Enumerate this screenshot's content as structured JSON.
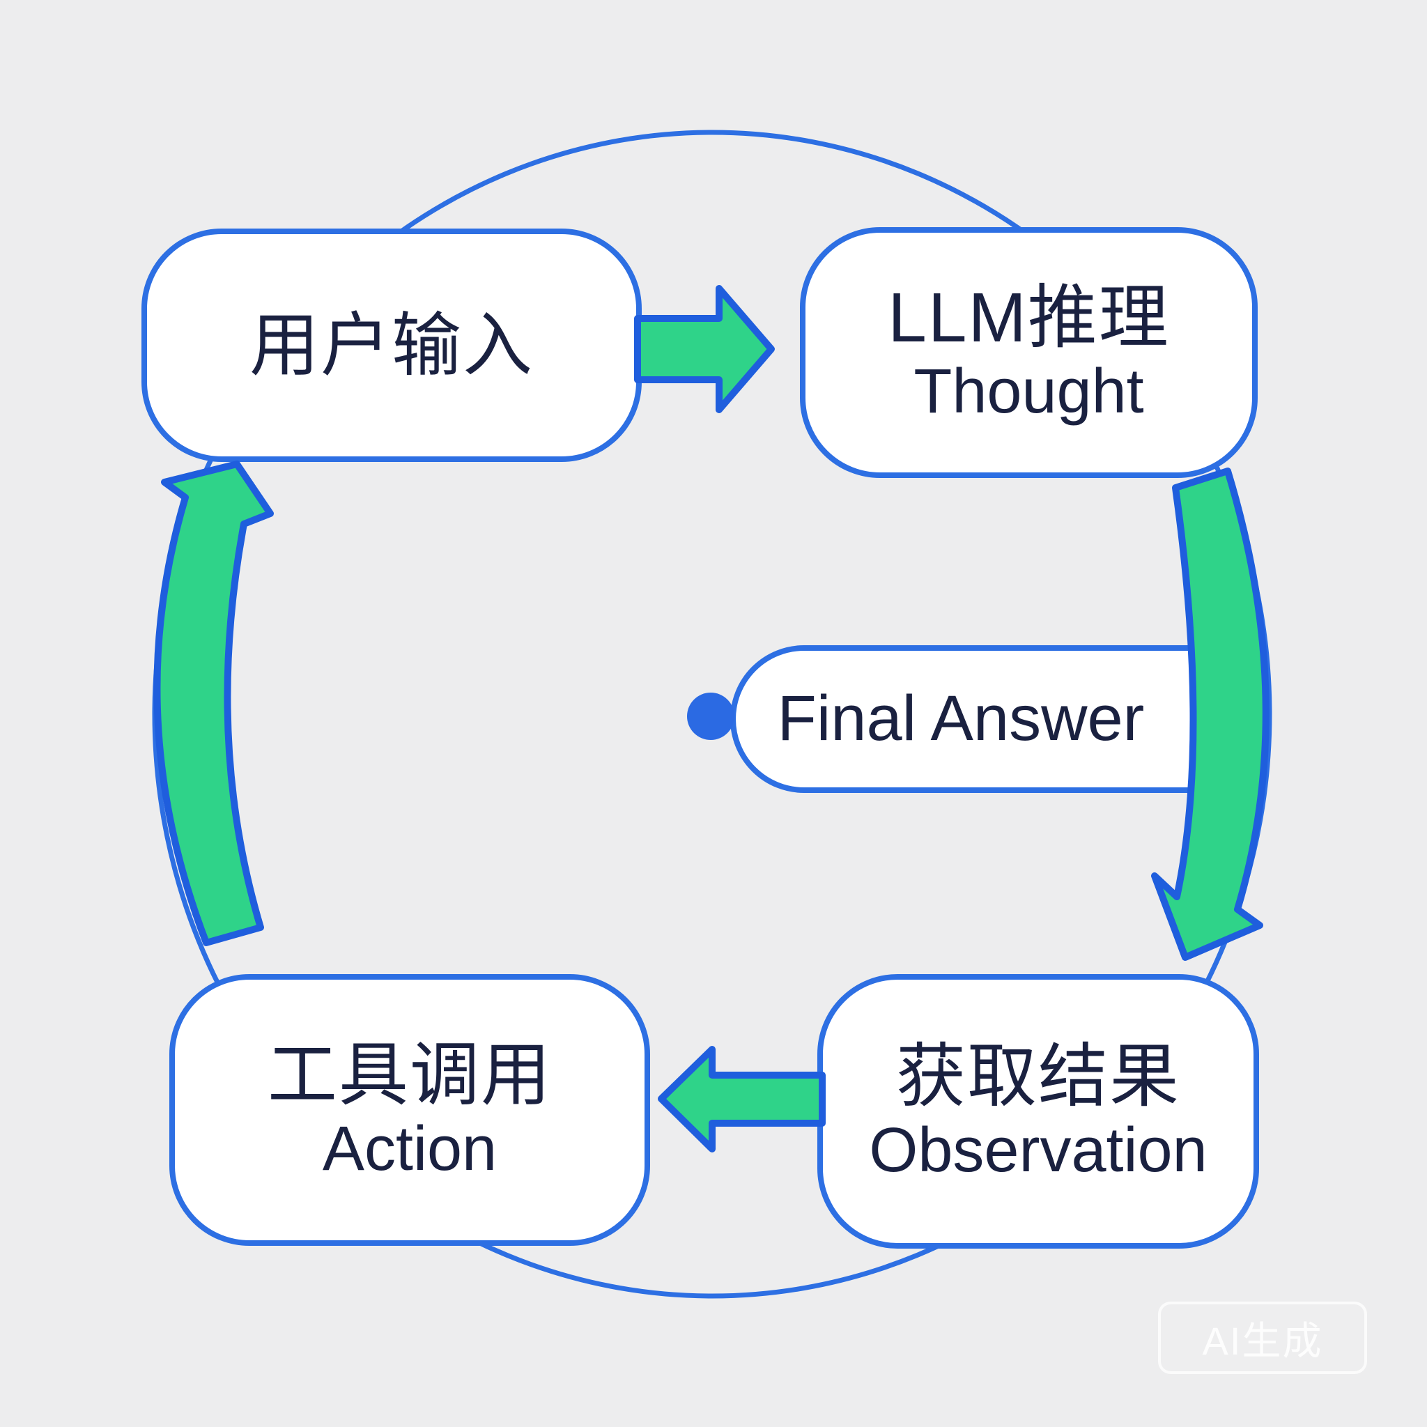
{
  "colors": {
    "bg": "#ededee",
    "box_fill": "#ffffff",
    "blue": "#2d6fe3",
    "arrow_outline": "#1f5edd",
    "green": "#2fd389",
    "dot": "#2b6ae3",
    "ink": "#1a2140"
  },
  "nodes": {
    "user_input": {
      "label_zh": "用户输入"
    },
    "llm_thought": {
      "label_zh": "LLM推理",
      "label_en": "Thought"
    },
    "final_answer": {
      "label": "Final Answer"
    },
    "tool_action": {
      "label_zh": "工具调用",
      "label_en": "Action"
    },
    "observation": {
      "label_zh": "获取结果",
      "label_en": "Observation"
    }
  },
  "icons": {
    "final_answer_dot": "circle-dot-icon",
    "cycle_line": "cycle-ellipse-line",
    "arrow_right": "green-arrow-right",
    "arrow_left": "green-arrow-left",
    "arrow_down_curved": "green-curved-arrow-down",
    "arrow_up_curved": "green-curved-arrow-up"
  },
  "watermark": {
    "label": "AI生成"
  }
}
